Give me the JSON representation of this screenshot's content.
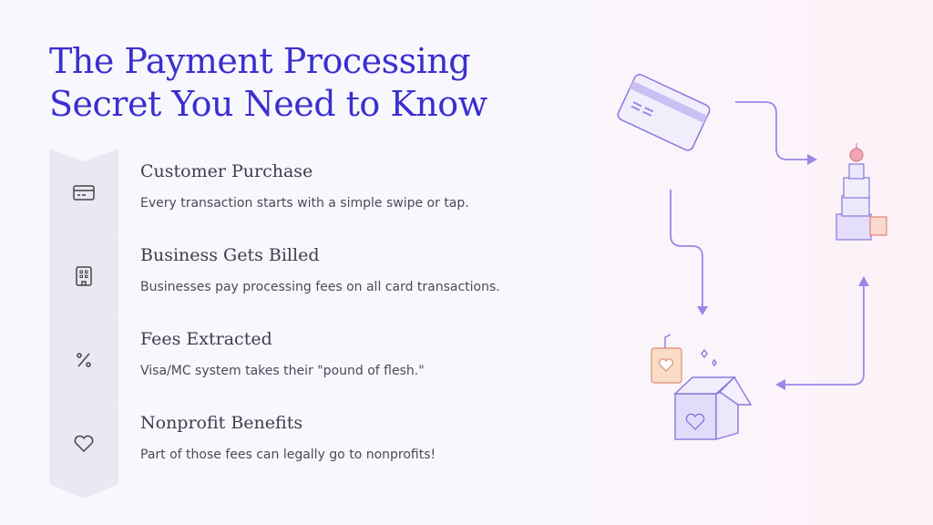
{
  "title_line1": "The Payment Processing",
  "title_line2": "Secret You Need to Know",
  "steps": [
    {
      "icon": "credit-card-icon",
      "title": "Customer Purchase",
      "desc": "Every transaction starts with a simple swipe or tap."
    },
    {
      "icon": "building-icon",
      "title": "Business Gets Billed",
      "desc": "Businesses pay processing fees on all card transactions."
    },
    {
      "icon": "percent-icon",
      "title": "Fees Extracted",
      "desc": "Visa/MC system takes their \"pound of flesh.\""
    },
    {
      "icon": "heart-icon",
      "title": "Nonprofit Benefits",
      "desc": "Part of those fees can legally go to nonprofits!"
    }
  ],
  "colors": {
    "accent": "#3b2fcf",
    "arrow": "#9b87e8"
  }
}
